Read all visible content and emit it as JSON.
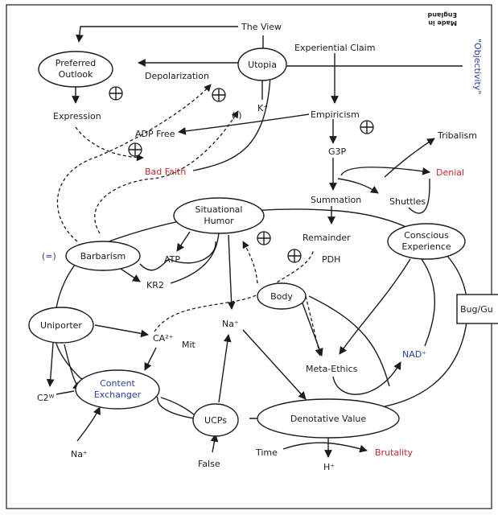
{
  "nodes": {
    "the_view": "The View",
    "preferred_outlook_1": "Preferred",
    "preferred_outlook_2": "Outlook",
    "utopia": "Utopia",
    "depolarization": "Depolarization",
    "experiential_claim": "Experiential Claim",
    "objectivity": "\"Objectivity\"",
    "made_in_1": "Made in",
    "made_in_2": "England",
    "k_plus": "K⁺",
    "expression": "Expression",
    "adp_free": "ADP Free",
    "minus": "(-)",
    "empiricism": "Empiricism",
    "bad_faith": "Bad Faith",
    "g3p": "G3P",
    "tribalism": "Tribalism",
    "denial": "Denial",
    "summation": "Summation",
    "shuttles": "Shuttles",
    "situational_humor_1": "Situational",
    "situational_humor_2": "Humor",
    "remainder": "Remainder",
    "conscious_experience_1": "Conscious",
    "conscious_experience_2": "Experience",
    "equals": "(=)",
    "barbarism": "Barbarism",
    "atp": "ATP",
    "pdh": "PDH",
    "kr2": "KR2",
    "body": "Body",
    "bug": "Bug/Gu",
    "uniporter": "Uniporter",
    "ca": "CA²⁺",
    "mit": "Mit",
    "na_plus_mid": "Na⁺",
    "nad_plus": "NAD⁺",
    "meta_ethics": "Meta-Ethics",
    "content_exchanger_1": "Content",
    "content_exchanger_2": "Exchanger",
    "c2w": "C2ᵂ",
    "ucps": "UCPs",
    "denotative_value": "Denotative Value",
    "na_plus_low": "Na⁺",
    "time": "Time",
    "brutality": "Brutality",
    "h_plus": "H⁺",
    "false": "False"
  },
  "colors": {
    "ink": "#1c1c1c",
    "red": "#c62a2a",
    "blue": "#2b3f9e"
  },
  "icons": {
    "circled_plus": "circled-plus-icon"
  }
}
